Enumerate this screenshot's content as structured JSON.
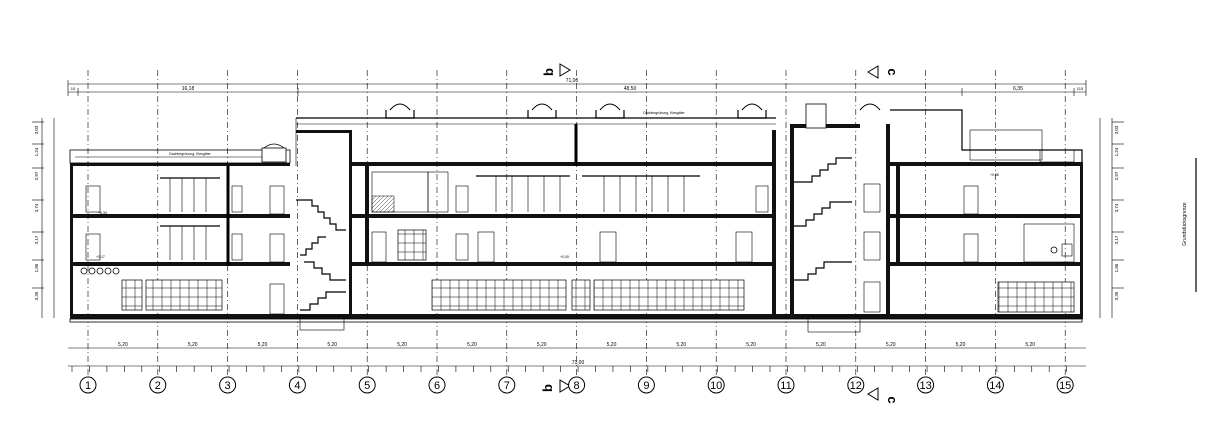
{
  "section_marks": {
    "top_left": "b",
    "top_right": "c",
    "bottom_left": "b",
    "bottom_right": "c"
  },
  "top_dims": {
    "overall": "71,00",
    "segments": [
      "16,18",
      "48,50",
      "6,35"
    ],
    "small_left": "10",
    "small_right": "115"
  },
  "bottom_dims": {
    "overall": "71,00",
    "bays": [
      "5,20",
      "5,20",
      "5,20",
      "5,20",
      "5,20",
      "5,20",
      "5,20",
      "5,20",
      "5,20",
      "5,20",
      "5,20",
      "5,20",
      "5,20",
      "5,20"
    ]
  },
  "axes": [
    "1",
    "2",
    "3",
    "4",
    "5",
    "6",
    "7",
    "8",
    "9",
    "10",
    "11",
    "12",
    "13",
    "14",
    "15"
  ],
  "left_heights": [
    "3,03",
    "1,24",
    "2,97",
    "3,74",
    "3,17",
    "1,86",
    "3,35"
  ],
  "right_heights": [
    "3,03",
    "1,24",
    "2,97",
    "3,74",
    "3,17",
    "1,86",
    "3,35"
  ],
  "roof_labels": {
    "left": "Dachbegrünung, Kiesgitter",
    "right": "Dachbegrünung, Kiesgitter"
  },
  "side_label": "Grundstücksgrenze",
  "level_marks": [
    "+0,00",
    "+3,17",
    "+6,34",
    "+9,88"
  ],
  "colors": {
    "line": "#000000",
    "background": "#ffffff"
  }
}
